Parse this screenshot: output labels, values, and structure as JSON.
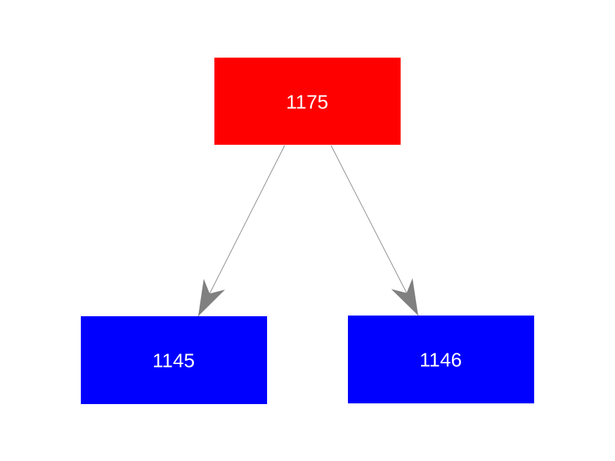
{
  "diagram": {
    "background_color": "#ffffff",
    "nodes": [
      {
        "id": "root",
        "label": "1175",
        "fill_color": "#ff0000",
        "text_color": "#ffffff"
      },
      {
        "id": "left-child",
        "label": "1145",
        "fill_color": "#0000ff",
        "text_color": "#ffffff"
      },
      {
        "id": "right-child",
        "label": "1146",
        "fill_color": "#0000ff",
        "text_color": "#ffffff"
      }
    ],
    "edges": [
      {
        "from": "1175",
        "to": "1145",
        "color": "#8a8a8a",
        "arrowhead_color": "#808080"
      },
      {
        "from": "1175",
        "to": "1146",
        "color": "#8a8a8a",
        "arrowhead_color": "#808080"
      }
    ]
  }
}
